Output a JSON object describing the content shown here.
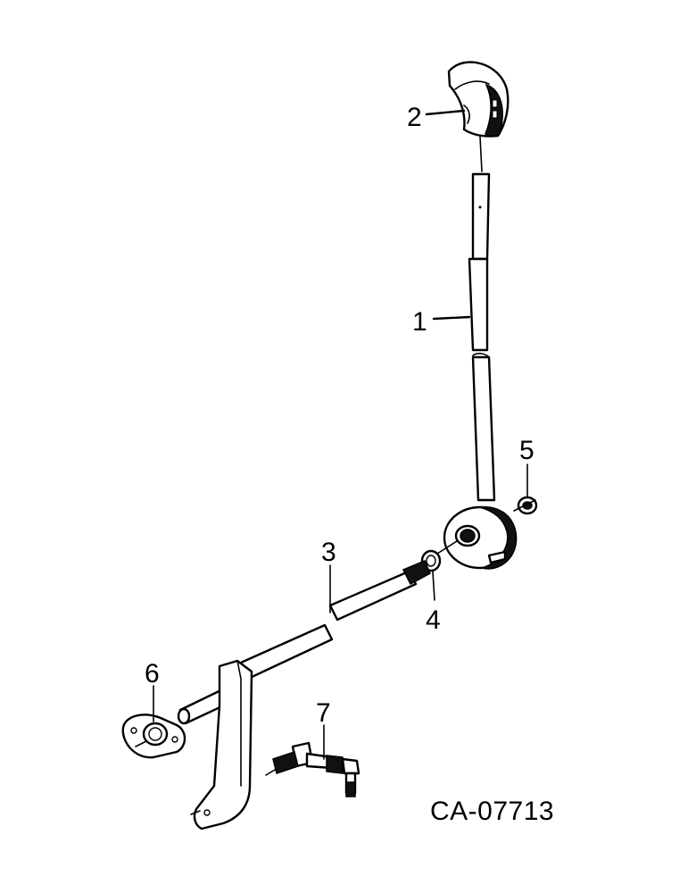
{
  "diagram": {
    "drawing_code": "CA-07713",
    "callouts": [
      {
        "id": "1",
        "label": "1"
      },
      {
        "id": "2",
        "label": "2"
      },
      {
        "id": "3",
        "label": "3"
      },
      {
        "id": "4",
        "label": "4"
      },
      {
        "id": "5",
        "label": "5"
      },
      {
        "id": "6",
        "label": "6"
      },
      {
        "id": "7",
        "label": "7"
      }
    ]
  }
}
